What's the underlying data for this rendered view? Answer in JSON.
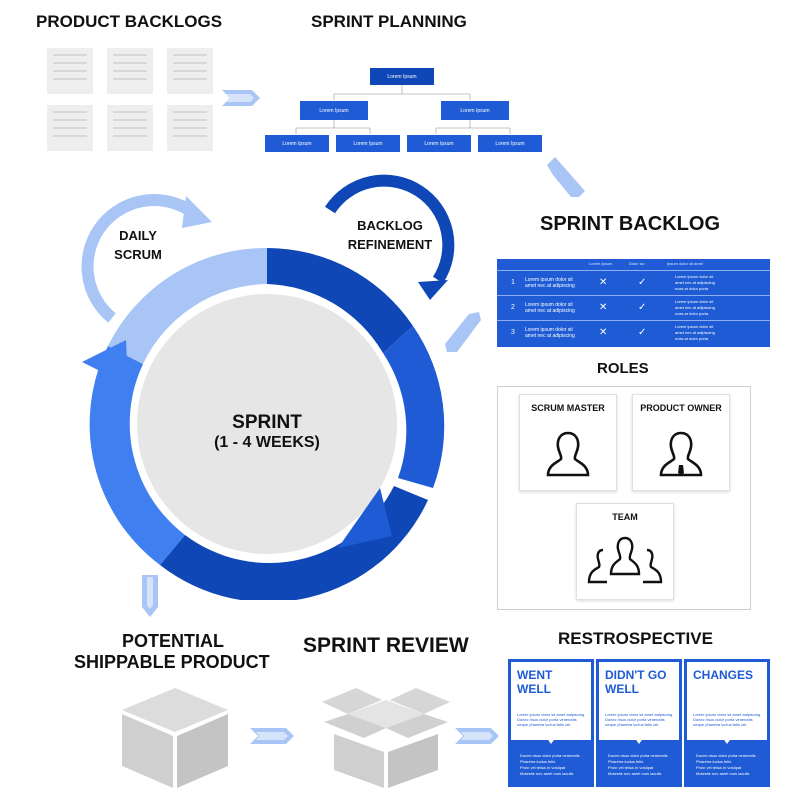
{
  "headings": {
    "product_backlogs": "PRODUCT BACKLOGS",
    "sprint_planning": "SPRINT PLANNING",
    "sprint_backlog": "SPRINT BACKLOG",
    "roles": "ROLES",
    "potential_1": "POTENTIAL",
    "potential_2": "SHIPPABLE PRODUCT",
    "sprint_review": "SPRINT REVIEW",
    "retrospective": "RESTROSPECTIVE"
  },
  "cycle": {
    "daily_1": "DAILY",
    "daily_2": "SCRUM",
    "refine_1": "BACKLOG",
    "refine_2": "REFINEMENT",
    "sprint_1": "SPRINT",
    "sprint_2": "(1 - 4 WEEKS)"
  },
  "planning": {
    "root": "Lorem Ipsum",
    "mid": [
      "Lorem Ipsum",
      "Lorem Ipsum"
    ],
    "leaves": [
      "Lorem Ipsum",
      "Lorem Ipsum",
      "Lorem Ipsum",
      "Lorem Ipsum"
    ]
  },
  "backlog_table": {
    "headers": [
      "Lorem Ipsum",
      "Dolor sic",
      "Ipsum dolor sit amet"
    ],
    "rows": [
      {
        "num": "1",
        "text": "Lorem ipsum dolor sit amet nec at adipiscing",
        "bullets": [
          "Lorem ipsum dolor sit",
          "amet nec at adipiscing",
          "ncas at dolor porta"
        ]
      },
      {
        "num": "2",
        "text": "Lorem ipsum dolor sit amet nec at adipiscing",
        "bullets": [
          "Lorem ipsum dolor sit",
          "amet nec at adipiscing",
          "ncas at dolor porta"
        ]
      },
      {
        "num": "3",
        "text": "Lorem ipsum dolor sit amet nec at adipiscing",
        "bullets": [
          "Lorem ipsum dolor sit",
          "amet nec at adipiscing",
          "ncas at dolor porta"
        ]
      }
    ]
  },
  "roles": {
    "scrum_master": "SCRUM MASTER",
    "product_owner": "PRODUCT OWNER",
    "team": "TEAM"
  },
  "retro": [
    {
      "title_1": "WENT",
      "title_2": "WELL",
      "text": "Lorem ipsum dolor sit amet adipiscing. Donec risus dolor porta venenatis neque pharetra luctus felis vel.",
      "list": [
        "Donec risus dolor porta venenatis",
        "Pharetra luctus felis",
        "Proin vel tellus in volutpat",
        "Molestie nec amet cum iaculis"
      ]
    },
    {
      "title_1": "DIDN'T GO",
      "title_2": "WELL",
      "text": "Lorem ipsum dolor sit amet adipiscing. Donec risus dolor porta venenatis neque pharetra luctus felis vel.",
      "list": [
        "Donec risus dolor porta venenatis",
        "Pharetra luctus felis",
        "Proin vel tellus in volutpat",
        "Molestie nec amet cum iaculis"
      ]
    },
    {
      "title_1": "CHANGES",
      "title_2": "",
      "text": "Lorem ipsum dolor sit amet adipiscing. Donec risus dolor porta venenatis neque pharetra luctus felis vel.",
      "list": [
        "Donec risus dolor porta venenatis",
        "Pharetra luctus felis",
        "Proin vel tellus in volutpat",
        "Molestie nec amet cum iaculis"
      ]
    }
  ],
  "colors": {
    "dark_blue": "#0f47b6",
    "blue": "#1e5bd4",
    "mid_blue": "#3f7ff0",
    "light_blue": "#a9c5f5",
    "gray": "#e6e6e6"
  }
}
